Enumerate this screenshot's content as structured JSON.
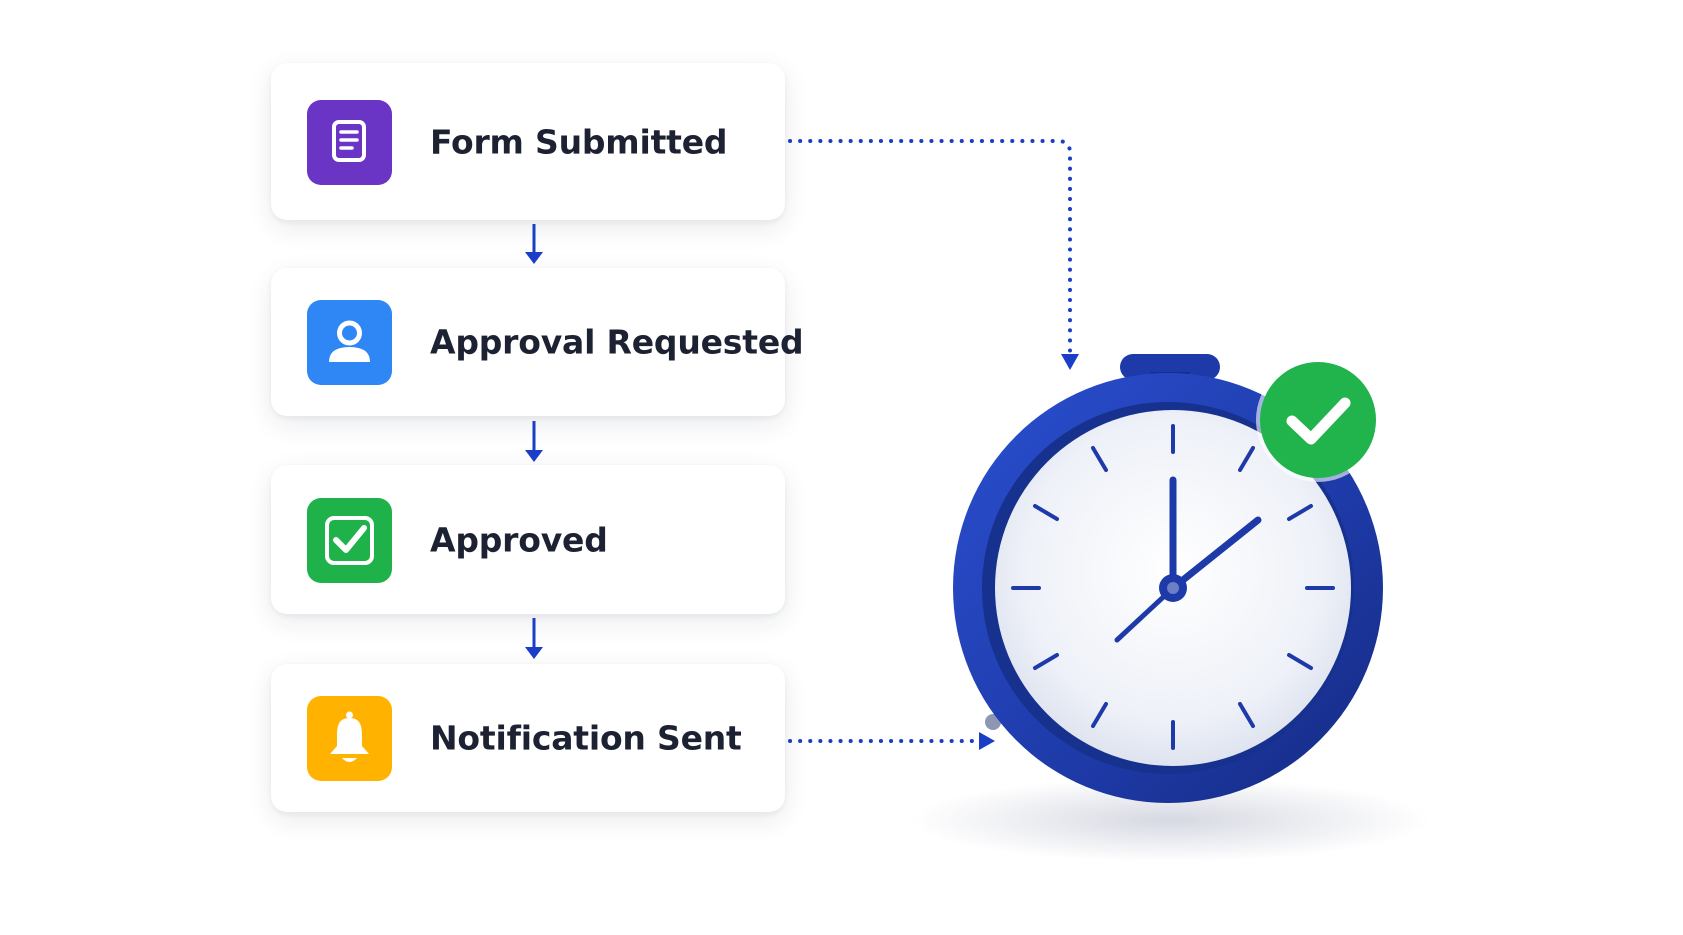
{
  "steps": [
    {
      "label": "Form Submitted",
      "icon": "document-icon",
      "color": "#6a34c4"
    },
    {
      "label": "Approval Requested",
      "icon": "user-icon",
      "color": "#2f86f5"
    },
    {
      "label": "Approved",
      "icon": "checkbox-icon",
      "color": "#1fb24a"
    },
    {
      "label": "Notification Sent",
      "icon": "bell-icon",
      "color": "#ffb300"
    }
  ],
  "connector_color": "#1a3fc6",
  "stopwatch": {
    "icon": "stopwatch-icon",
    "ring_color": "#1e3aa8",
    "badge_icon": "check-badge-icon",
    "badge_color": "#22b44c"
  }
}
